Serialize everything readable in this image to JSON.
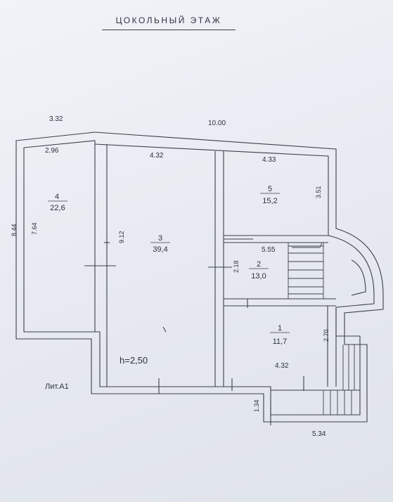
{
  "title": "ЦОКОЛЬНЫЙ ЭТАЖ",
  "lit_label": "Лит.А1",
  "ceiling_height": "h=2,50",
  "dimensions": {
    "outer_top_left": "3.32",
    "outer_top": "10.00",
    "outer_left": "8.44",
    "room4_width": "2.96",
    "room4_height": "7.64",
    "room3_width": "4.32",
    "room3_height": "9.12",
    "room5_width": "4.33",
    "room5_height": "3.51",
    "room2_width": "5.55",
    "room2_height": "2.18",
    "room1_height": "2.70",
    "room1_width": "4.32",
    "porch_height": "1.34",
    "porch_width": "5.34"
  },
  "rooms": [
    {
      "number": "4",
      "area": "22,6"
    },
    {
      "number": "3",
      "area": "39,4"
    },
    {
      "number": "5",
      "area": "15,2"
    },
    {
      "number": "2",
      "area": "13,0"
    },
    {
      "number": "1",
      "area": "11,7"
    }
  ]
}
